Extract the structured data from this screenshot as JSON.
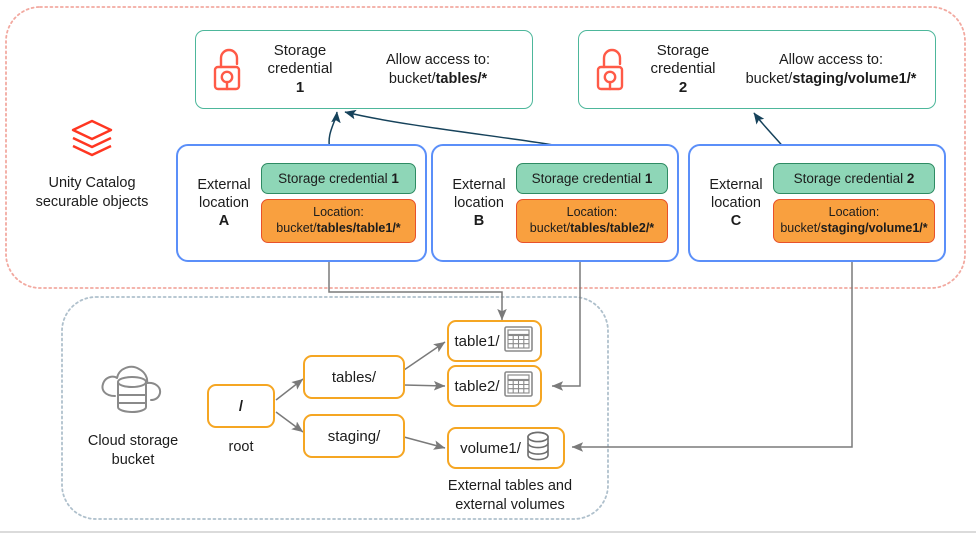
{
  "diagram": {
    "title": "Unity Catalog external locations and storage credentials over a cloud storage bucket",
    "colors": {
      "credential_border": "#4DB79B",
      "external_location_border": "#5B8FF9",
      "chip_green_fill": "#8ED6B7",
      "chip_green_border": "#2E8B63",
      "chip_orange_fill": "#F9A03F",
      "chip_orange_border": "#E8512A",
      "tree_border": "#F5A623",
      "unity_region_border": "#F2A9A0",
      "bucket_region_border": "#AFC0CC",
      "arrow_dark": "#16425B",
      "arrow_gray": "#7A7A7A",
      "lock_icon": "#FF5A47",
      "databricks_icon": "#FF3621"
    }
  },
  "regions": {
    "unity_catalog": {
      "icon": "databricks-logo-icon",
      "label_line1": "Unity Catalog",
      "label_line2": "securable objects"
    },
    "cloud_storage": {
      "icon": "cloud-storage-icon",
      "label_line1": "Cloud storage",
      "label_line2": "bucket"
    }
  },
  "storage_credentials": [
    {
      "icon": "open-padlock-icon",
      "title_line1": "Storage",
      "title_line2": "credential",
      "number": "1",
      "allow_label": "Allow access to:",
      "allow_prefix": "bucket/",
      "allow_bold": "tables/*"
    },
    {
      "icon": "open-padlock-icon",
      "title_line1": "Storage",
      "title_line2": "credential",
      "number": "2",
      "allow_label": "Allow access to:",
      "allow_prefix": "bucket/",
      "allow_bold": "staging/volume1/*"
    }
  ],
  "external_locations": [
    {
      "label_line1": "External",
      "label_line2": "location",
      "letter": "A",
      "credential_prefix": "Storage credential ",
      "credential_number": "1",
      "location_label": "Location:",
      "location_prefix": "bucket/",
      "location_bold": "tables/table1/*"
    },
    {
      "label_line1": "External",
      "label_line2": "location",
      "letter": "B",
      "credential_prefix": "Storage credential ",
      "credential_number": "1",
      "location_label": "Location:",
      "location_prefix": "bucket/",
      "location_bold": "tables/table2/*"
    },
    {
      "label_line1": "External",
      "label_line2": "location",
      "letter": "C",
      "credential_prefix": "Storage credential ",
      "credential_number": "2",
      "location_label": "Location:",
      "location_prefix": "bucket/",
      "location_bold": "staging/volume1/*"
    }
  ],
  "bucket_tree": {
    "root": {
      "label": "/",
      "caption": "root"
    },
    "folders": [
      {
        "label": "tables/"
      },
      {
        "label": "staging/"
      }
    ],
    "objects": [
      {
        "label": "table1/",
        "icon": "table-icon"
      },
      {
        "label": "table2/",
        "icon": "table-icon"
      },
      {
        "label": "volume1/",
        "icon": "database-cylinder-icon"
      }
    ],
    "objects_caption_line1": "External tables and",
    "objects_caption_line2": "external volumes"
  }
}
